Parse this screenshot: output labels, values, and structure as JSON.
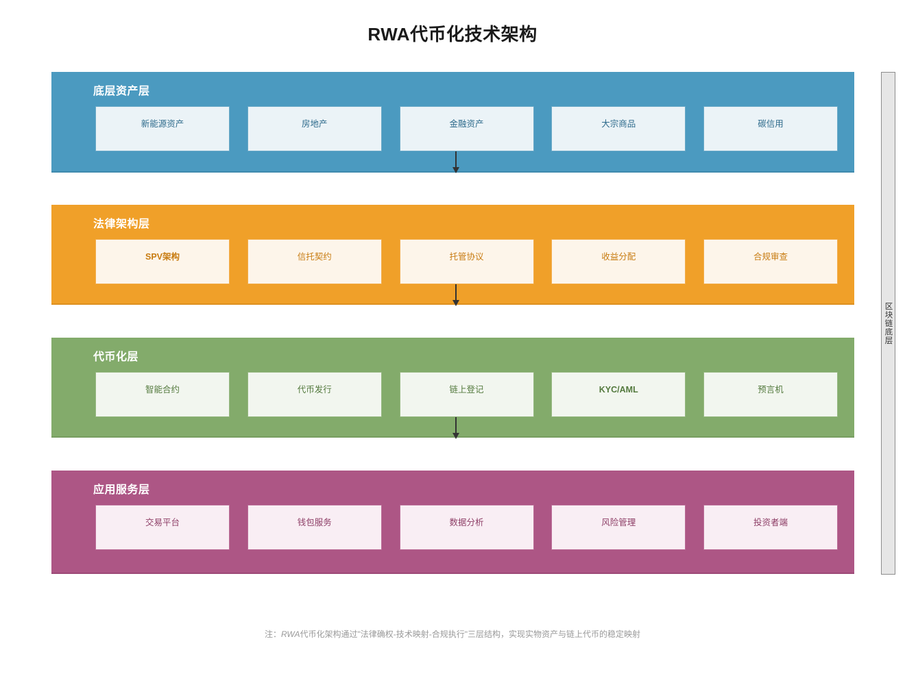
{
  "page_title": "RWA代币化技术架构",
  "side_bar": {
    "label": "区块链底层"
  },
  "footnote": {
    "prefix": "注：",
    "emphasis": "RWA",
    "text": "代币化架构通过\"法律确权-技术映射-合规执行\"三层结构，实现实物资产与链上代币的稳定映射"
  },
  "colors": {
    "asset_band": "#4b9ac0",
    "legal_band": "#f0a029",
    "token_band": "#83ab6b",
    "app_band": "#ad5685",
    "side_bar": "#e6e6e6",
    "arrow": "#333333",
    "title": "#1a1a1a",
    "footnote": "#9a9a9a"
  },
  "layers": [
    {
      "id": "asset",
      "title": "底层资产层",
      "nodes": [
        {
          "label": "新能源资产",
          "bold": false
        },
        {
          "label": "房地产",
          "bold": false
        },
        {
          "label": "金融资产",
          "bold": false
        },
        {
          "label": "大宗商品",
          "bold": false
        },
        {
          "label": "碳信用",
          "bold": false
        }
      ]
    },
    {
      "id": "legal",
      "title": "法律架构层",
      "nodes": [
        {
          "label": "SPV架构",
          "bold": true
        },
        {
          "label": "信托契约",
          "bold": false
        },
        {
          "label": "托管协议",
          "bold": false
        },
        {
          "label": "收益分配",
          "bold": false
        },
        {
          "label": "合规审查",
          "bold": false
        }
      ]
    },
    {
      "id": "token",
      "title": "代币化层",
      "nodes": [
        {
          "label": "智能合约",
          "bold": false
        },
        {
          "label": "代币发行",
          "bold": false
        },
        {
          "label": "链上登记",
          "bold": false
        },
        {
          "label": "KYC/AML",
          "bold": true
        },
        {
          "label": "预言机",
          "bold": false
        }
      ]
    },
    {
      "id": "app",
      "title": "应用服务层",
      "nodes": [
        {
          "label": "交易平台",
          "bold": false
        },
        {
          "label": "钱包服务",
          "bold": false
        },
        {
          "label": "数据分析",
          "bold": false
        },
        {
          "label": "风险管理",
          "bold": false
        },
        {
          "label": "投资者端",
          "bold": false
        }
      ]
    }
  ],
  "connectors": [
    {
      "from": "asset",
      "to": "legal"
    },
    {
      "from": "legal",
      "to": "token"
    },
    {
      "from": "token",
      "to": "app"
    }
  ]
}
